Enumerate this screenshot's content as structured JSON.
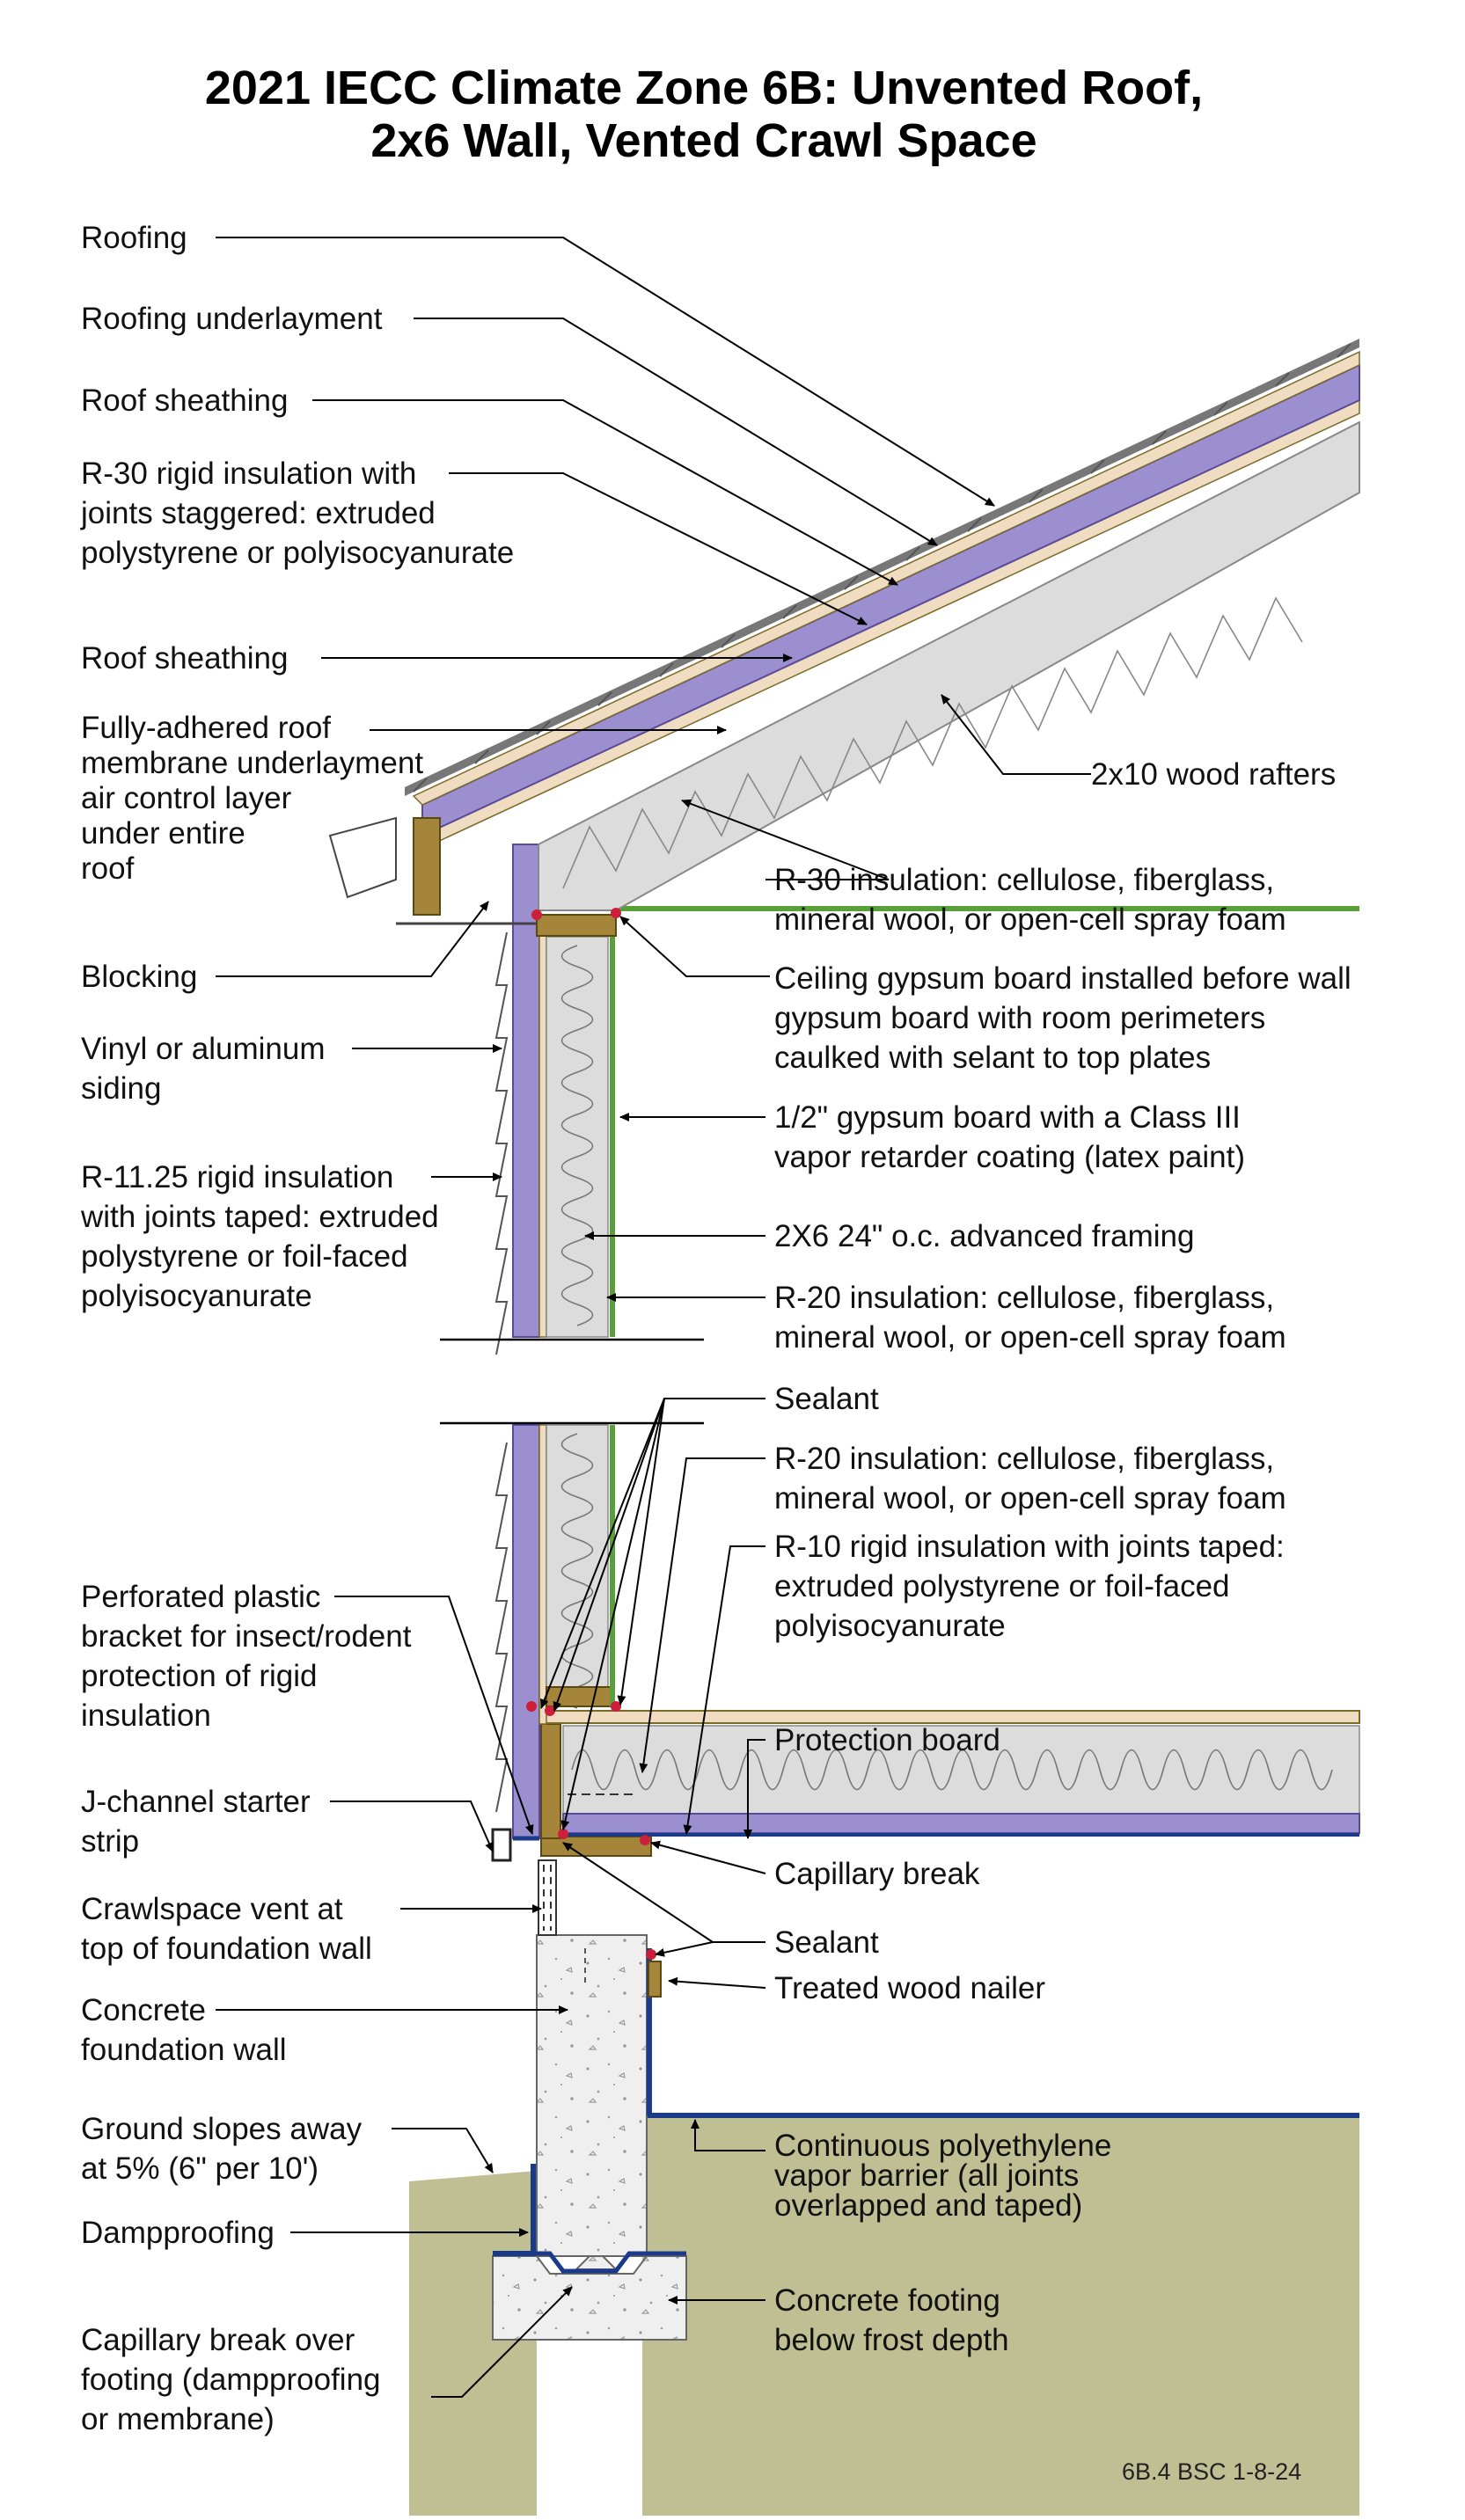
{
  "title": [
    "2021 IECC Climate Zone 6B: Unvented Roof,",
    "2x6 Wall, Vented Crawl Space"
  ],
  "left_labels": {
    "roofing": [
      "Roofing"
    ],
    "roofing_underlayment": [
      "Roofing underlayment"
    ],
    "roof_sheathing_1": [
      "Roof sheathing"
    ],
    "r30_rigid": [
      "R-30 rigid insulation with",
      "joints staggered: extruded",
      "polystyrene or polyisocyanurate"
    ],
    "roof_sheathing_2": [
      "Roof sheathing"
    ],
    "roof_membrane": [
      "Fully-adhered roof",
      "membrane underlayment",
      "air control layer",
      "under entire",
      "roof"
    ],
    "blocking": [
      "Blocking"
    ],
    "siding": [
      "Vinyl or aluminum",
      "siding"
    ],
    "r1125_rigid": [
      "R-11.25 rigid insulation",
      "with joints taped: extruded",
      "polystyrene or foil-faced",
      "polyisocyanurate"
    ],
    "perforated_bracket": [
      "Perforated plastic",
      "bracket for insect/rodent",
      "protection of rigid",
      "insulation"
    ],
    "j_channel": [
      "J-channel starter",
      "strip"
    ],
    "crawl_vent": [
      "Crawlspace vent at",
      "top of foundation wall"
    ],
    "foundation_wall": [
      "Concrete",
      "foundation wall"
    ],
    "ground_slope": [
      "Ground slopes away",
      "at 5% (6\" per 10')"
    ],
    "dampproofing": [
      "Dampproofing"
    ],
    "capillary_footing": [
      "Capillary break over",
      "footing (dampproofing",
      "or membrane)"
    ]
  },
  "right_labels": {
    "rafters": [
      "2x10 wood rafters"
    ],
    "r30_insulation": [
      "R-30 insulation: cellulose, fiberglass,",
      "mineral wool, or open-cell spray foam"
    ],
    "ceiling_gypsum": [
      "Ceiling gypsum board installed before wall",
      "gypsum board with room perimeters",
      "caulked with selant to top plates"
    ],
    "wall_gypsum": [
      "1/2\" gypsum board with a Class III",
      "vapor retarder coating (latex paint)"
    ],
    "framing": [
      "2X6 24\" o.c. advanced framing"
    ],
    "r20_wall": [
      "R-20 insulation: cellulose, fiberglass,",
      "mineral wool, or open-cell spray foam"
    ],
    "sealant_top": [
      "Sealant"
    ],
    "r20_floor": [
      "R-20 insulation: cellulose, fiberglass,",
      "mineral wool, or open-cell spray foam"
    ],
    "r10_rigid": [
      "R-10 rigid insulation with joints taped:",
      "extruded polystyrene or foil-faced",
      "polyisocyanurate"
    ],
    "protection_board": [
      "Protection board"
    ],
    "capillary_break": [
      "Capillary break"
    ],
    "sealant_bottom": [
      "Sealant"
    ],
    "nailer": [
      "Treated wood nailer"
    ],
    "vapor_barrier": [
      "Continuous polyethylene",
      "vapor barrier (all joints",
      "overlapped and taped)"
    ],
    "footing": [
      "Concrete footing",
      "below frost depth"
    ]
  },
  "drawing_code": "6B.4 BSC 1-8-24",
  "colors": {
    "rigid_insulation": "#9c8fd0",
    "rigid_insulation_edge": "#5a4a9a",
    "batt_insulation": "#dcdcdc",
    "wood": "#7a6a2a",
    "wood_face": "#f0dcc0",
    "gypsum_green": "#5aa03a",
    "soil": "#bfbf93",
    "concrete": "#ececec",
    "dampproofing": "#1a3a8a",
    "sealant": "#cc1f3a"
  },
  "icons": [
    "leader-arrow",
    "sealant-dot",
    "insulation-wave"
  ]
}
